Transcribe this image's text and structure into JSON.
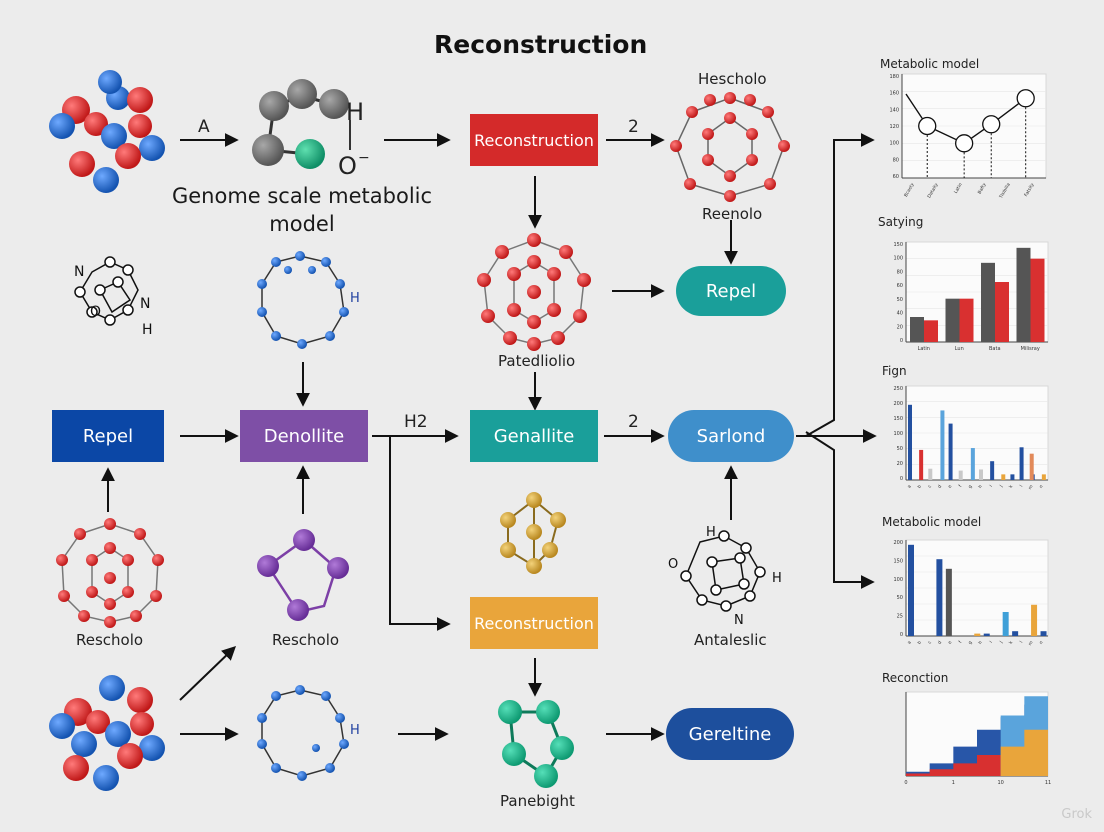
{
  "title": "Reconstruction",
  "colors": {
    "blue_box": "#0b47a6",
    "purple_box": "#7e4fa6",
    "red_box": "#d42a2a",
    "teal_box": "#1a9f9a",
    "light_blue_pill": "#3f8fcb",
    "orange_box": "#e9a53b",
    "navy_pill": "#1d4f9d",
    "atom_red": "#d42525",
    "atom_blue": "#1f66c2",
    "atom_gold": "#d3a63a",
    "atom_green": "#17a67c",
    "atom_purple": "#7c3fa6",
    "bar_dark": "#555555",
    "bar_red": "#d93030"
  },
  "labels": {
    "genome_model": [
      "Genome scale metabolic",
      "model"
    ],
    "hescholo": "Hescholo",
    "reenolo": "Reenolo",
    "patedliolio": "Patedliolio",
    "rescholo_left": "Rescholo",
    "rescholo_mid": "Rescholo",
    "antaleslic": "Antaleslic",
    "panebight": "Panebight",
    "arrow_a": "A",
    "arrow_2_top": "2",
    "arrow_h2": "H2",
    "arrow_2_mid": "2",
    "molecule_h": "H",
    "molecule_o": "O",
    "molecule_charge": "−"
  },
  "boxes": {
    "reconstruction_top": "Reconstruction",
    "repel_right": "Repel",
    "repel_left": "Repel",
    "denollite": "Denollite",
    "genallite": "Genallite",
    "sarlond": "Sarlond",
    "reconstruction_bottom": "Reconstruction",
    "gerelţine": "Gereltine"
  },
  "watermark": "Grok",
  "chart_data": [
    {
      "type": "scatter",
      "title": "Metabolic model",
      "yticks": [
        "180",
        "160",
        "140",
        "120",
        "100",
        "80",
        "60"
      ],
      "categories": [
        "Bcasty",
        "Dataity",
        "Latin",
        "Bafty",
        "Tisibilla",
        "Fatsity"
      ],
      "points": [
        {
          "x": 1,
          "y": 120
        },
        {
          "x": 2.5,
          "y": 100
        },
        {
          "x": 3.6,
          "y": 122
        },
        {
          "x": 5,
          "y": 152
        }
      ]
    },
    {
      "type": "bar",
      "title": "Satying",
      "yticks": [
        "150",
        "100",
        "80",
        "60",
        "50",
        "40",
        "20",
        "0"
      ],
      "categories": [
        "Latin",
        "Lun",
        "Bata",
        "Milisray"
      ],
      "series": [
        {
          "values": [
            30,
            52,
            95,
            113
          ]
        },
        {
          "values": [
            26,
            52,
            72,
            100
          ]
        }
      ]
    },
    {
      "type": "bar",
      "title": "Fign",
      "yticks": [
        "250",
        "200",
        "150",
        "100",
        "50",
        "20",
        "0"
      ],
      "categories": [
        "a",
        "b",
        "c",
        "d",
        "e",
        "f",
        "g",
        "h",
        "i",
        "j",
        "k",
        "l",
        "m",
        "n"
      ],
      "series": [
        {
          "values": [
            200,
            0,
            0,
            0,
            150,
            0,
            0,
            0,
            0,
            0,
            0,
            87,
            0,
            0
          ]
        },
        {
          "values": [
            0,
            80,
            0,
            0,
            0,
            0,
            0,
            0,
            0,
            0,
            0,
            0,
            0,
            0
          ]
        },
        {
          "values": [
            0,
            0,
            0,
            185,
            0,
            0,
            85,
            0,
            0,
            0,
            0,
            0,
            0,
            0
          ]
        },
        {
          "values": [
            0,
            0,
            30,
            0,
            0,
            25,
            0,
            28,
            0,
            0,
            0,
            0,
            0,
            0
          ]
        },
        {
          "values": [
            0,
            0,
            0,
            0,
            0,
            0,
            0,
            0,
            50,
            0,
            15,
            0,
            15,
            0
          ]
        },
        {
          "values": [
            0,
            0,
            0,
            0,
            0,
            0,
            0,
            0,
            0,
            15,
            0,
            0,
            0,
            15
          ]
        },
        {
          "values": [
            0,
            0,
            0,
            0,
            0,
            0,
            0,
            0,
            0,
            0,
            0,
            0,
            70,
            0
          ]
        }
      ]
    },
    {
      "type": "bar",
      "title": "Metabolic model",
      "yticks": [
        "200",
        "150",
        "100",
        "50",
        "25",
        "0"
      ],
      "categories": [
        "a",
        "b",
        "c",
        "d",
        "e",
        "f",
        "g",
        "h",
        "i",
        "j",
        "k",
        "l",
        "m",
        "n"
      ],
      "values": [
        190,
        0,
        0,
        160,
        140,
        0,
        0,
        5,
        5,
        0,
        50,
        10,
        0,
        65,
        10
      ],
      "bar_colors": [
        "#2350a0",
        "#2350a0",
        "#555555",
        "#e9a53b",
        "#2350a0",
        "#3fa0d8",
        "#2350a0",
        "#e9a53b",
        "#2350a0",
        "#e9a53b"
      ]
    },
    {
      "type": "area",
      "title": "Reconction",
      "xticks": [
        "0",
        "1",
        "10",
        "11"
      ],
      "series": [
        {
          "color": "#2856a8",
          "values": [
            5,
            15,
            35,
            55,
            70,
            85
          ]
        },
        {
          "color": "#d83030",
          "values": [
            3,
            8,
            15,
            25,
            35,
            42
          ]
        },
        {
          "color": "#5aa4dc",
          "values": [
            0,
            0,
            0,
            0,
            72,
            95
          ]
        },
        {
          "color": "#e9a53b",
          "values": [
            0,
            0,
            0,
            0,
            35,
            55
          ]
        }
      ]
    }
  ]
}
